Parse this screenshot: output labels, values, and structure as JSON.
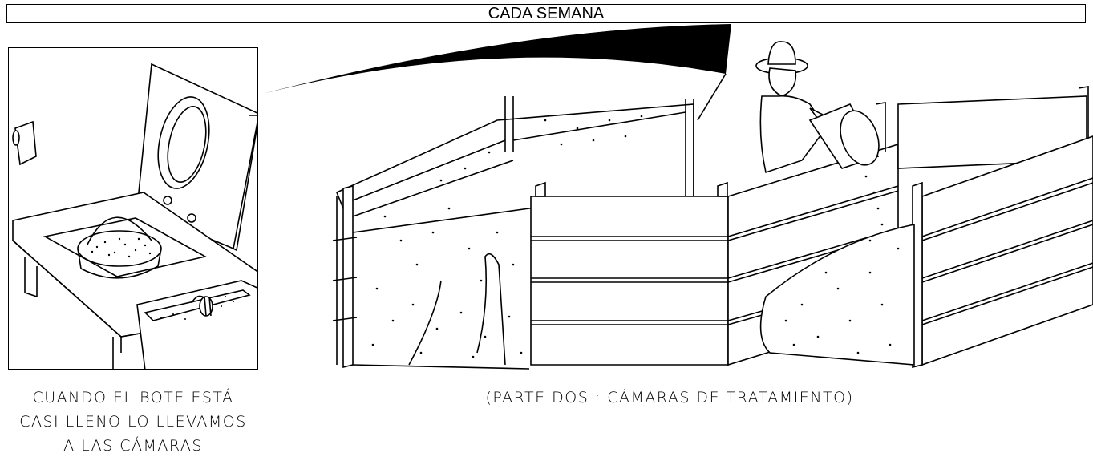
{
  "header": {
    "title": "CADA SEMANA"
  },
  "inset": {
    "caption_lines": [
      "CUANDO EL BOTE ESTÁ",
      "CASI LLENO LO LLEVAMOS",
      "A LAS CÁMARAS"
    ]
  },
  "main": {
    "caption": "(PARTE DOS : CÁMARAS DE TRATAMIENTO)"
  }
}
